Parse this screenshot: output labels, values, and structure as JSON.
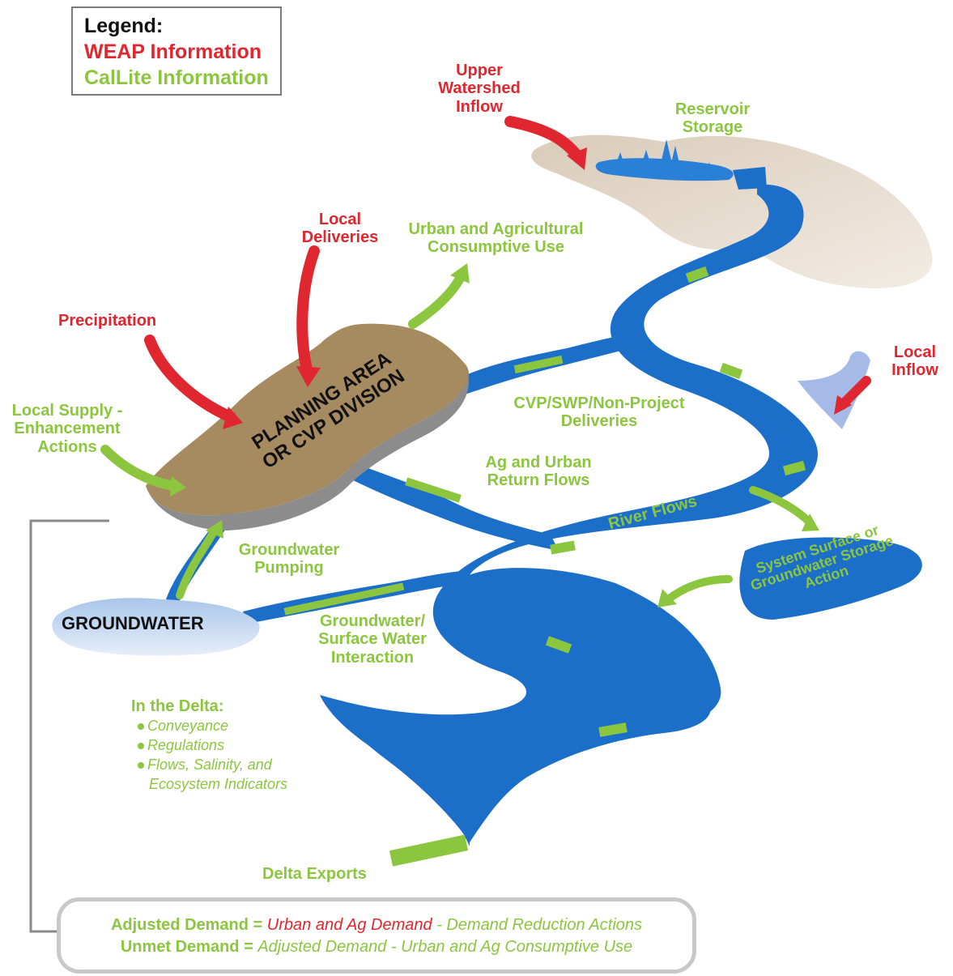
{
  "legend": {
    "title": "Legend:",
    "weap": "WEAP Information",
    "callite": "CalLite Information"
  },
  "labels": {
    "upper_watershed": "Upper Watershed Inflow",
    "reservoir_storage": "Reservoir Storage",
    "local_deliveries": "Local Deliveries",
    "urban_ag_use": "Urban and Agricultural Consumptive Use",
    "precipitation": "Precipitation",
    "local_supply": "Local Supply - Enhancement Actions",
    "planning_area": "PLANNING AREA OR CVP DIVISION",
    "cvp_deliveries": "CVP/SWP/Non-Project Deliveries",
    "local_inflow": "Local Inflow",
    "ag_return": "Ag and Urban Return Flows",
    "river_flows": "River Flows",
    "system_storage": "System Surface or Groundwater Storage Action",
    "groundwater_pumping": "Groundwater Pumping",
    "groundwater": "GROUNDWATER",
    "gw_sw_interaction": "Groundwater/ Surface Water Interaction",
    "delta_exports": "Delta Exports"
  },
  "delta": {
    "heading": "In the Delta:",
    "items": [
      "Conveyance",
      "Regulations",
      "Flows, Salinity, and",
      "Ecosystem Indicators"
    ]
  },
  "formulas": {
    "line1": {
      "lhs": "Adjusted Demand =",
      "a": "Urban and Ag Demand",
      "b": "- Demand Reduction Actions"
    },
    "line2": {
      "lhs": "Unmet Demand =",
      "a": "Adjusted Demand - Urban and Ag Consumptive Use"
    }
  },
  "colors": {
    "weap": "#e0262f",
    "callite": "#8cc63f",
    "river": "#1c6fc8",
    "land": "#a68a60"
  }
}
